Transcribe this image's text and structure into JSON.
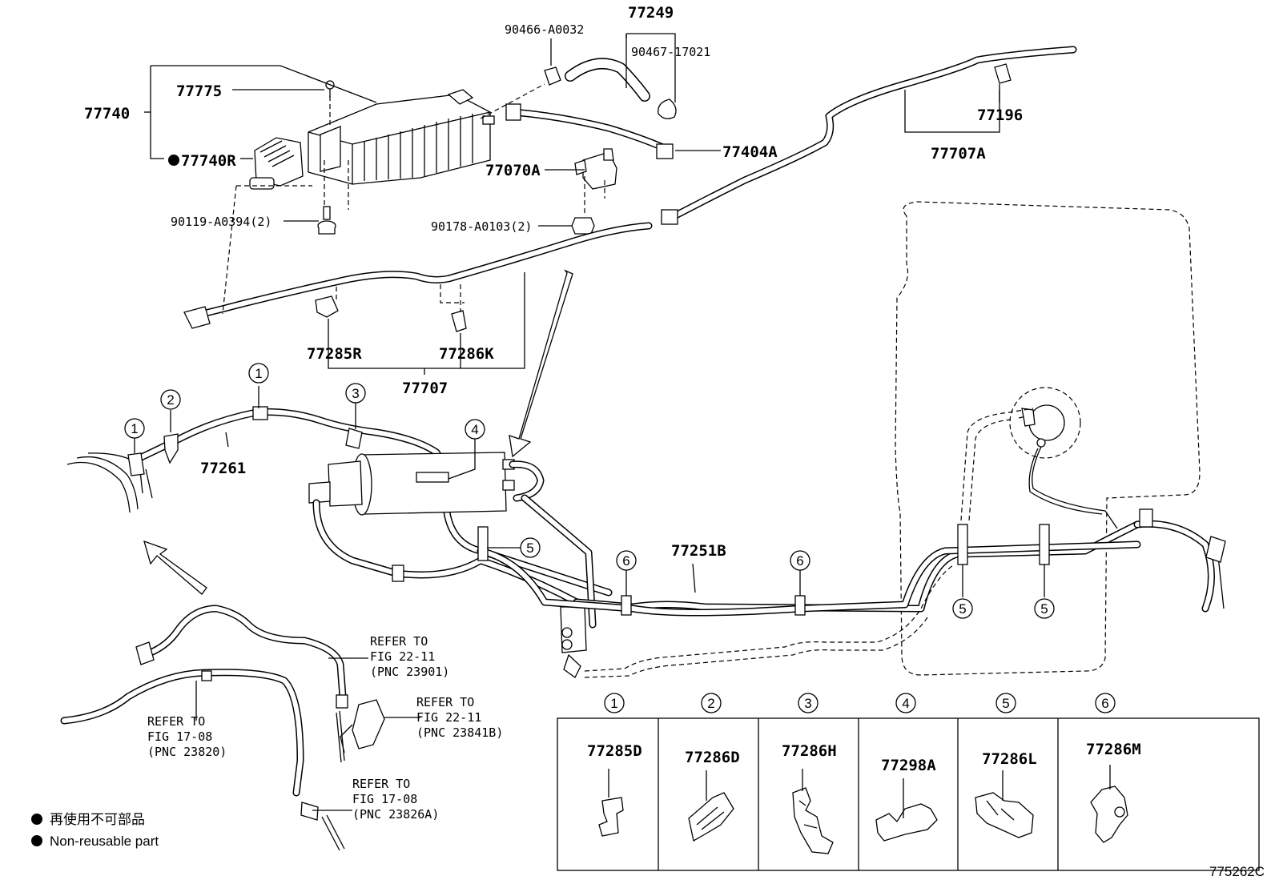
{
  "labels": {
    "p77249": "77249",
    "p90466": "90466-A0032",
    "p90467": "90467-17021",
    "p77775": "77775",
    "p77740": "77740",
    "p77740R": "77740R",
    "p77404A": "77404A",
    "p77070A": "77070A",
    "p90119": "90119-A0394(2)",
    "p90178": "90178-A0103(2)",
    "p77196": "77196",
    "p77707A": "77707A",
    "p77285R": "77285R",
    "p77286K": "77286K",
    "p77707": "77707",
    "p77261": "77261",
    "p77251B": "77251B"
  },
  "refs": [
    {
      "line1": "REFER TO",
      "line2": "FIG 22-11",
      "line3": "(PNC 23901)"
    },
    {
      "line1": "REFER TO",
      "line2": "FIG 22-11",
      "line3": "(PNC 23841B)"
    },
    {
      "line1": "REFER TO",
      "line2": "FIG 17-08",
      "line3": "(PNC 23820)"
    },
    {
      "line1": "REFER TO",
      "line2": "FIG 17-08",
      "line3": "(PNC 23826A)"
    }
  ],
  "callouts": {
    "c1": "1",
    "c2": "2",
    "c3": "3",
    "c4": "4",
    "c5": "5",
    "c6": "6"
  },
  "legend_table": [
    {
      "num": "1",
      "part": "77285D"
    },
    {
      "num": "2",
      "part": "77286D"
    },
    {
      "num": "3",
      "part": "77286H"
    },
    {
      "num": "4",
      "part": "77298A"
    },
    {
      "num": "5",
      "part": "77286L"
    },
    {
      "num": "6",
      "part": "77286M"
    }
  ],
  "notes": {
    "jp": "再使用不可部品",
    "en": "Non-reusable part"
  },
  "diagram_id": "775262C"
}
